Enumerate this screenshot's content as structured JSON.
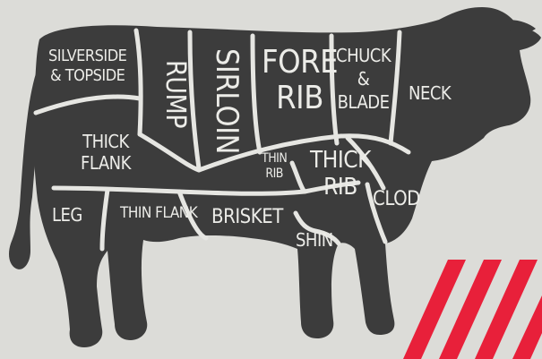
{
  "colors": {
    "background": "#dcdcd8",
    "silhouette": "#3c3c3c",
    "divider": "#e6e6e2",
    "label": "#ecece8",
    "stripes": "#e8203a"
  },
  "cuts": {
    "silverside_topside": {
      "line1": "SILVERSIDE",
      "line2": "& TOPSIDE"
    },
    "rump": {
      "label": "RUMP"
    },
    "sirloin": {
      "label": "SIRLOIN"
    },
    "fore_rib": {
      "line1": "FORE",
      "line2": "RIB"
    },
    "chuck_blade": {
      "line1": "CHUCK",
      "line2": "&",
      "line3": "BLADE"
    },
    "neck": {
      "label": "NECK"
    },
    "thick_flank": {
      "line1": "THICK",
      "line2": "FLANK"
    },
    "thin_rib": {
      "line1": "THIN",
      "line2": "RIB"
    },
    "thick_rib": {
      "line1": "THICK",
      "line2": "RIB"
    },
    "clod": {
      "label": "CLOD"
    },
    "leg": {
      "label": "LEG"
    },
    "thin_flank": {
      "label": "THIN FLANK"
    },
    "brisket": {
      "label": "BRISKET"
    },
    "shin": {
      "label": "SHIN"
    }
  }
}
